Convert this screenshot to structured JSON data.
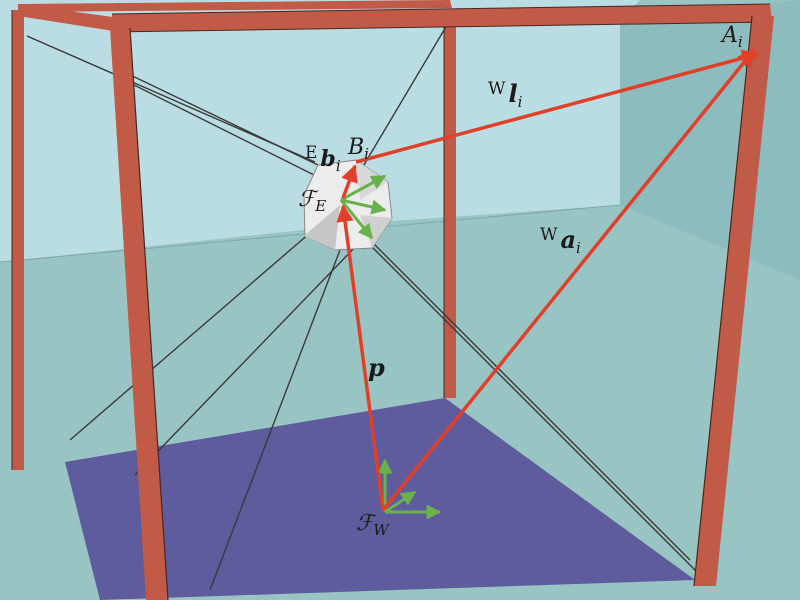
{
  "colors": {
    "back_wall": "#b9dde2",
    "right_wall": "#8cbcbd",
    "floor_room": "#98c4c3",
    "floor_mat": "#5e5c9c",
    "beam": "#c15a47",
    "beam_edge": "#4a2720",
    "cable": "#3a3a3a",
    "vector_red": "#e0402a",
    "axis_green": "#6ab04c",
    "effector": "#ececec"
  },
  "labels": {
    "A": {
      "base": "A",
      "sub": "i"
    },
    "B": {
      "base": "B",
      "sub": "i"
    },
    "l": {
      "sup": "W",
      "base": "l",
      "sub": "i"
    },
    "b": {
      "sup": "E",
      "base": "b",
      "sub": "i"
    },
    "a": {
      "sup": "W",
      "base": "a",
      "sub": "i"
    },
    "FE": {
      "base": "ℱ",
      "sub": "E"
    },
    "FW": {
      "base": "ℱ",
      "sub": "W"
    },
    "p": {
      "base": "p"
    }
  }
}
